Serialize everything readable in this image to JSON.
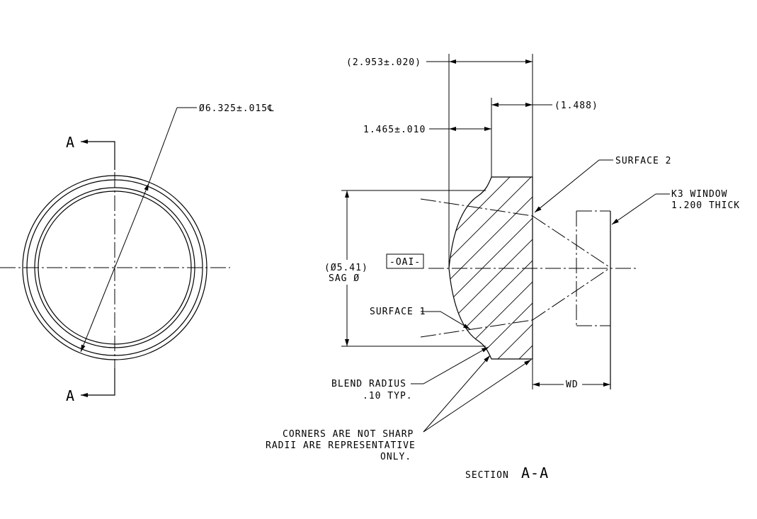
{
  "front_view": {
    "diameter_callout": "Ø6.325±.015℄",
    "section_mark_top": "A",
    "section_mark_bottom": "A"
  },
  "section_view": {
    "overall_thickness": "(2.953±.020)",
    "center_thickness": "1.465±.010",
    "flange_thickness": "(1.488)",
    "surface_2_label": "SURFACE 2",
    "window_label_line1": "K3 WINDOW",
    "window_label_line2": "1.200 THICK",
    "datum_label": "-OAI-",
    "sag_diameter_line1": "(Ø5.41)",
    "sag_diameter_line2": "SAG Ø",
    "surface_1_label": "SURFACE 1",
    "blend_radius_line1": "BLEND  RADIUS",
    "blend_radius_line2": ".10 TYP.",
    "wd_label": "WD",
    "corners_note_line1": "CORNERS ARE NOT SHARP",
    "corners_note_line2": "RADII ARE REPRESENTATIVE",
    "corners_note_line3": "ONLY.",
    "section_word": "SECTION",
    "section_letters": "A-A"
  }
}
